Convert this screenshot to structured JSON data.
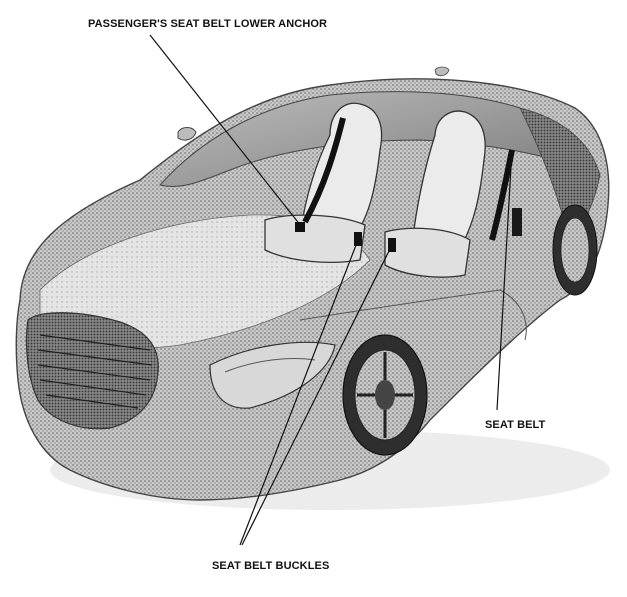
{
  "labels": {
    "lower_anchor": "PASSENGER'S SEAT BELT LOWER ANCHOR",
    "seat_belt": "SEAT BELT",
    "buckles": "SEAT BELT BUCKLES"
  },
  "colors": {
    "ink": "#111111",
    "paper": "#ffffff",
    "body_light": "#d6d6d6",
    "body_mid": "#9a9a9a",
    "body_dark": "#3a3a3a",
    "seat": "#e8e8e8"
  }
}
